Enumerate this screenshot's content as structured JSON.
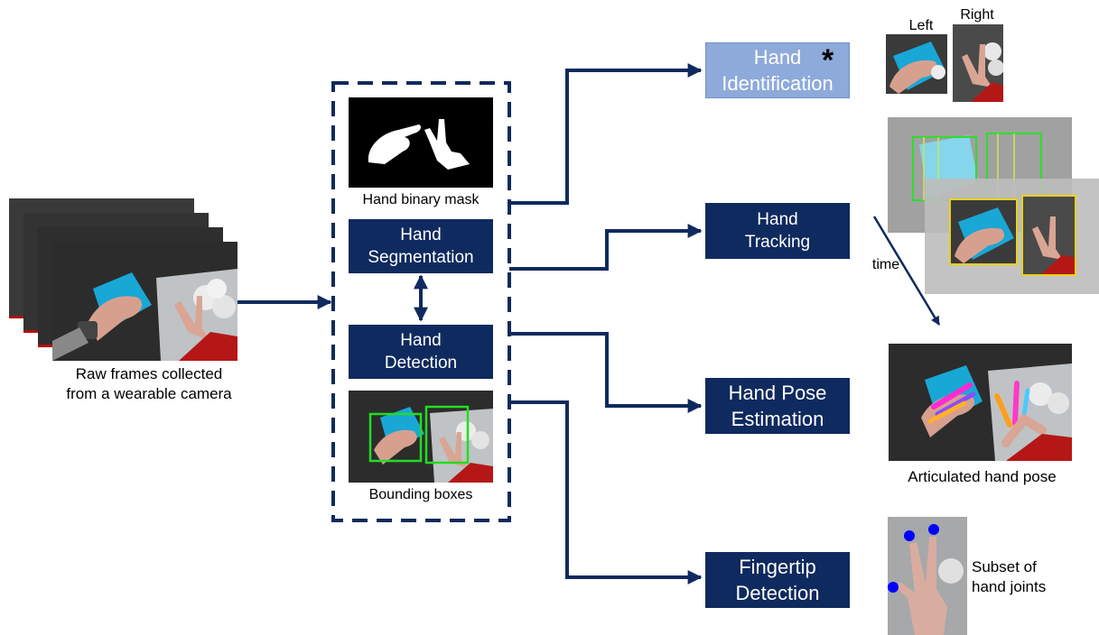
{
  "input": {
    "caption_line1": "Raw frames collected",
    "caption_line2": "from a wearable camera"
  },
  "center": {
    "mask_caption": "Hand binary mask",
    "segmentation": {
      "line1": "Hand",
      "line2": "Segmentation"
    },
    "detection": {
      "line1": "Hand",
      "line2": "Detection"
    },
    "bbox_caption": "Bounding boxes"
  },
  "tasks": {
    "identification": {
      "line1": "Hand",
      "line2": "Identification",
      "mark": "*"
    },
    "tracking": {
      "line1": "Hand",
      "line2": "Tracking"
    },
    "pose": {
      "line1": "Hand Pose",
      "line2": "Estimation"
    },
    "fingertip": {
      "line1": "Fingertip",
      "line2": "Detection"
    }
  },
  "outputs": {
    "left_label": "Left",
    "right_label": "Right",
    "time_label": "time",
    "pose_caption": "Articulated hand pose",
    "joints_line1": "Subset of",
    "joints_line2": "hand joints"
  },
  "colors": {
    "box_dark": "#0f2a5e",
    "box_light": "#8eaadb",
    "arrow": "#0f2a5e",
    "bbox_green": "#22dd22",
    "track_yellow": "#e8d21a",
    "fingertip_dot": "#0000ff"
  }
}
